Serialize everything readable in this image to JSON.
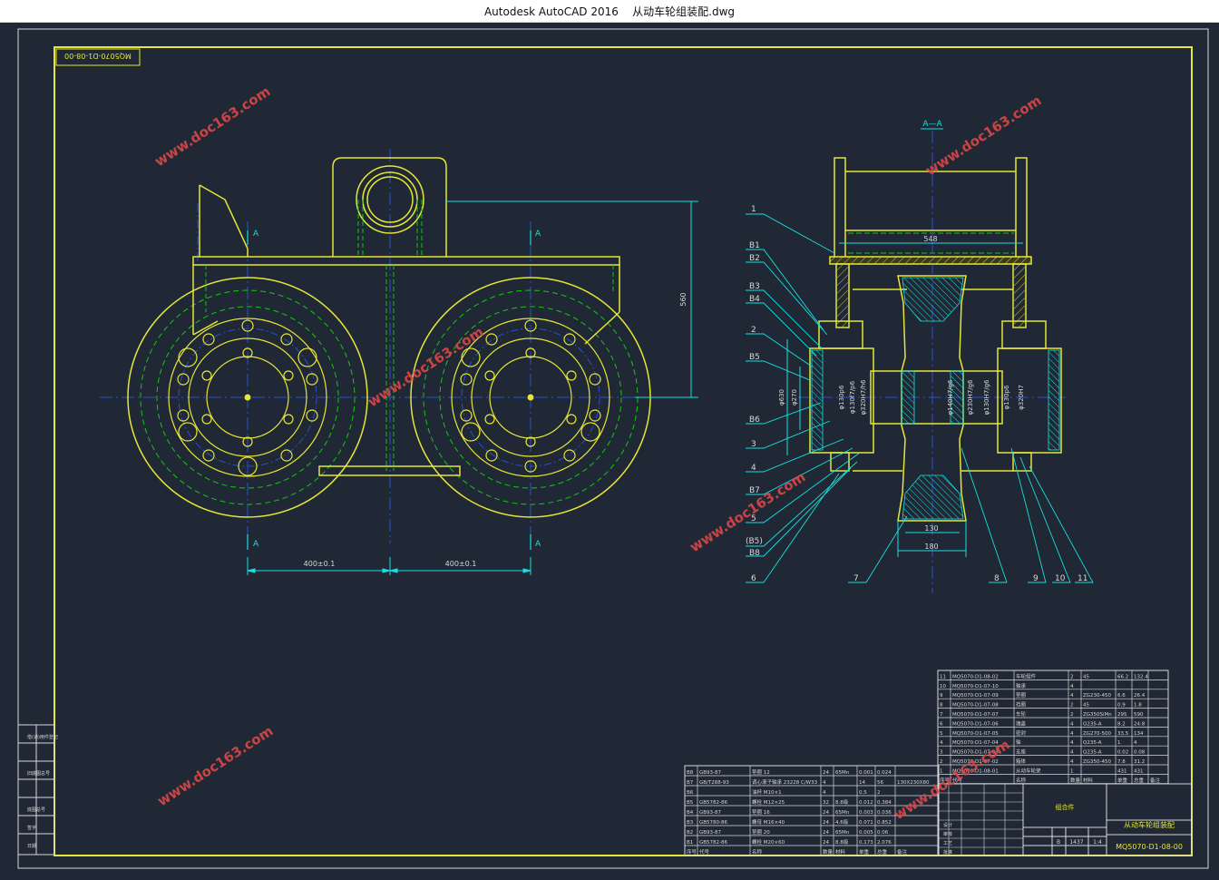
{
  "window": {
    "app": "Autodesk AutoCAD 2016",
    "file": "从动车轮组装配.dwg"
  },
  "drawing": {
    "code_box": "MQ5070-D1-08-00",
    "section_label": "A—A",
    "dims": {
      "spacing_left": "400±0.1",
      "spacing_right": "400±0.1",
      "height": "560",
      "top_width": "548",
      "wheel_small": "130",
      "wheel_large": "180",
      "dia_630": "φ630",
      "dia_270": "φ270",
      "dia_130p6": "φ130p6",
      "dia_130f7": "φ130f7/p6",
      "dia_320h7": "φ320H7/h6",
      "dia_140h7": "φ140H7/g6",
      "dia_230h7": "φ230H7/g6",
      "dia_130h7": "φ130H7/g6",
      "dia_130p6b": "φ130p6",
      "dia_320h7b": "φ320H7"
    },
    "section_marks": [
      "A",
      "A",
      "A",
      "A"
    ],
    "left_callouts": [
      "1",
      "B1",
      "B2",
      "B3",
      "B4",
      "2",
      "B5",
      "B6",
      "3",
      "4",
      "B7",
      "5",
      "(B5)",
      "B8",
      "6"
    ],
    "bottom_callouts": [
      "7",
      "8",
      "9",
      "10",
      "11"
    ],
    "watermark": "www.doc163.com"
  },
  "parts_table": {
    "rows": [
      [
        "11",
        "MQ5070-D1-08-02",
        "车轮组件",
        "2",
        "45",
        "66.2",
        "132.4",
        ""
      ],
      [
        "10",
        "MQ5070-D1-07-10",
        "轴承",
        "4",
        "",
        "",
        "",
        ""
      ],
      [
        "9",
        "MQ5070-D1-07-09",
        "垫圈",
        "4",
        "ZG230-450",
        "6.6",
        "26.4",
        ""
      ],
      [
        "8",
        "MQ5070-D1-07-08",
        "挡圈",
        "2",
        "45",
        "0.9",
        "1.8",
        ""
      ],
      [
        "7",
        "MQ5070-D1-07-07",
        "车轮",
        "2",
        "ZG350SiMn",
        "295",
        "590",
        ""
      ],
      [
        "6",
        "MQ5070-D1-07-06",
        "端盖",
        "4",
        "Q235-A",
        "8.2",
        "24.8",
        ""
      ],
      [
        "5",
        "MQ5070-D1-07-05",
        "密封",
        "4",
        "ZG270-500",
        "33.5",
        "134",
        ""
      ],
      [
        "4",
        "MQ5070-D1-07-04",
        "轴",
        "4",
        "Q235-A",
        "1",
        "4",
        ""
      ],
      [
        "3",
        "MQ5070-D1-07-03",
        "支座",
        "4",
        "Q235-A",
        "0.02",
        "0.08",
        ""
      ],
      [
        "2",
        "MQ5070-D1-07-02",
        "箱体",
        "4",
        "ZG350-450",
        "7.8",
        "31.2",
        ""
      ],
      [
        "1",
        "MQ5070-D1-08-01",
        "从动车轮架",
        "1",
        "",
        "431",
        "431",
        ""
      ]
    ],
    "header": [
      "序号",
      "代号",
      "名称",
      "数量",
      "材料",
      "单重",
      "总重",
      "备注"
    ]
  },
  "std_table": {
    "rows": [
      [
        "B8",
        "GB93-87",
        "垫圈 12",
        "24",
        "65Mn",
        "0.001",
        "0.024",
        ""
      ],
      [
        "B7",
        "GB/T288-93",
        "调心滚子轴承 23228 C/W33",
        "4",
        "",
        "14",
        "56",
        "130X230X80"
      ],
      [
        "B6",
        "",
        "油杯 M10×1",
        "4",
        "",
        "0.5",
        "2",
        ""
      ],
      [
        "B5",
        "GB5782-86",
        "螺栓 M12×25",
        "32",
        "8.8级",
        "0.012",
        "0.384",
        ""
      ],
      [
        "B4",
        "GB93-87",
        "垫圈 16",
        "24",
        "65Mn",
        "0.003",
        "0.036",
        ""
      ],
      [
        "B3",
        "GB5780-86",
        "螺母 M16×40",
        "24",
        "4.6级",
        "0.071",
        "0.852",
        ""
      ],
      [
        "B2",
        "GB93-87",
        "垫圈 20",
        "24",
        "65Mn",
        "0.005",
        "0.06",
        ""
      ],
      [
        "B1",
        "GB5782-86",
        "螺栓 M20×60",
        "24",
        "8.8级",
        "0.173",
        "2.076",
        ""
      ]
    ],
    "header": [
      "序号",
      "代号",
      "名称",
      "数量",
      "材料",
      "单重",
      "总重",
      "备注"
    ]
  },
  "title_block": {
    "drawing_name": "从动车轮组装配",
    "drawing_no": "MQ5070-D1-08-00",
    "weight": "1437",
    "scale": "1:4",
    "assembly": "组合件",
    "stage": "B",
    "signature_labels": [
      "设计",
      "审核",
      "工艺",
      "批准"
    ]
  },
  "left_strip": [
    "借(通)用件登记",
    "旧底图总号",
    "底图总号",
    "签字",
    "日期"
  ]
}
